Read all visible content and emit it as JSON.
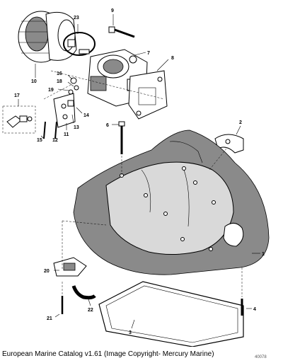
{
  "caption": "European Marine Catalog v1.61 (Image Copyright- Mercury Marine)",
  "doc_id": "40078",
  "callouts": [
    "1",
    "2",
    "3",
    "4",
    "6",
    "7",
    "8",
    "9",
    "10",
    "11",
    "12",
    "13",
    "14",
    "15",
    "16",
    "17",
    "18",
    "19",
    "20",
    "21",
    "22",
    "23"
  ]
}
